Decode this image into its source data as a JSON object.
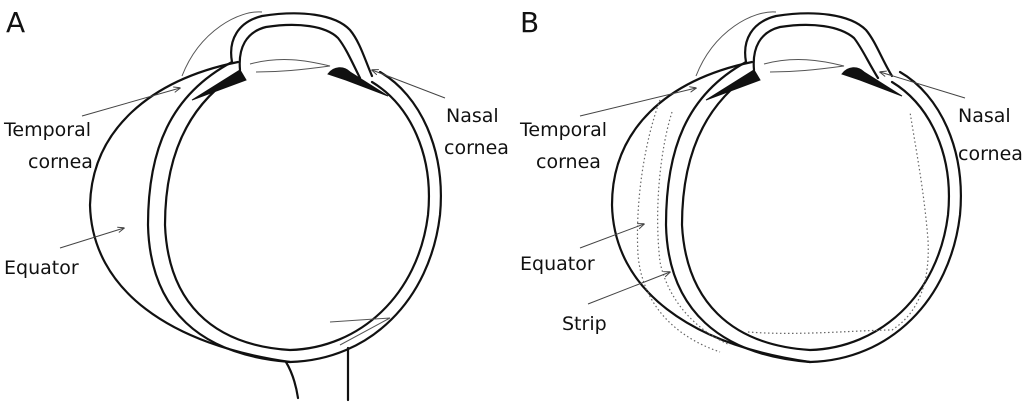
{
  "panels": [
    {
      "letter": "A",
      "labels": {
        "temporal_cornea_line1": "Temporal",
        "temporal_cornea_line2": "cornea",
        "nasal_cornea_line1": "Nasal",
        "nasal_cornea_line2": "cornea",
        "equator": "Equator"
      }
    },
    {
      "letter": "B",
      "labels": {
        "temporal_cornea_line1": "Temporal",
        "temporal_cornea_line2": "cornea",
        "nasal_cornea_line1": "Nasal",
        "nasal_cornea_line2": "cornea",
        "equator": "Equator",
        "strip": "Strip"
      }
    }
  ]
}
